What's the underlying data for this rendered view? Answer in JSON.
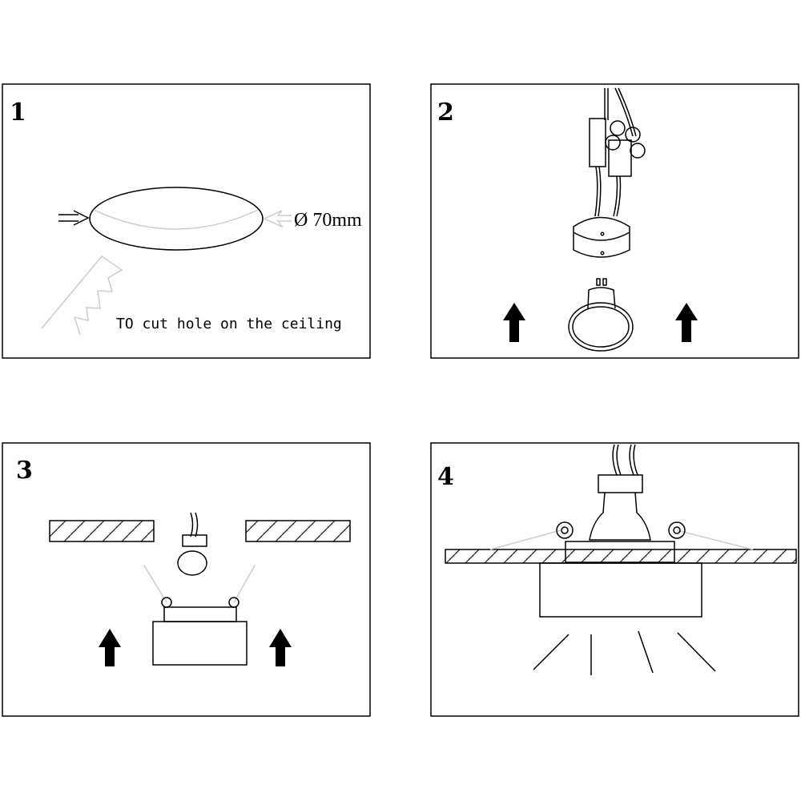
{
  "panels": [
    {
      "number": "1",
      "caption": "TO cut hole on the ceiling",
      "dimension": "Ø 70mm"
    },
    {
      "number": "2"
    },
    {
      "number": "3"
    },
    {
      "number": "4"
    }
  ],
  "colors": {
    "line": "#000000",
    "light_line": "#cccccc",
    "background": "#ffffff"
  }
}
